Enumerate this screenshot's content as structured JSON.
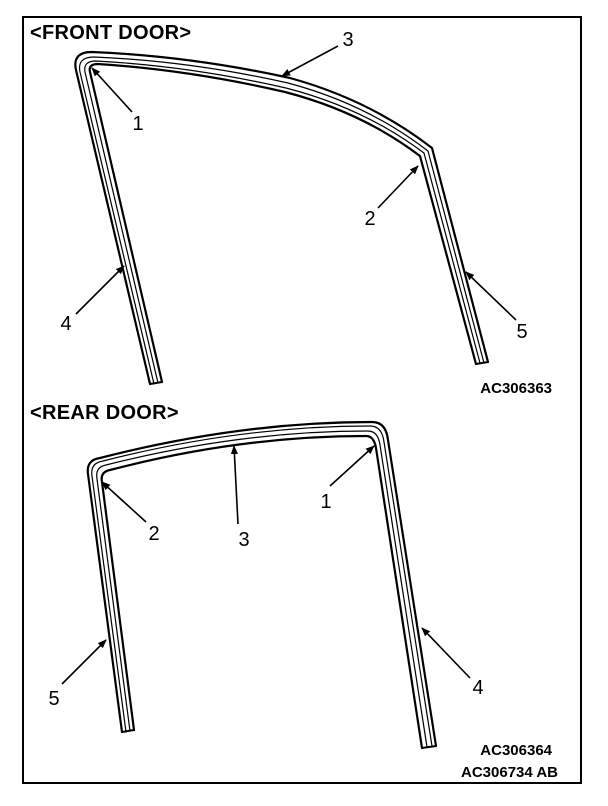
{
  "front": {
    "title": "<FRONT DOOR>",
    "code": "AC306363",
    "callouts": [
      "1",
      "2",
      "3",
      "4",
      "5"
    ]
  },
  "rear": {
    "title": "<REAR DOOR>",
    "code": "AC306364",
    "callouts": [
      "1",
      "2",
      "3",
      "4",
      "5"
    ]
  },
  "figure_code": "AC306734 AB",
  "colors": {
    "line": "#000000",
    "background": "#ffffff"
  }
}
